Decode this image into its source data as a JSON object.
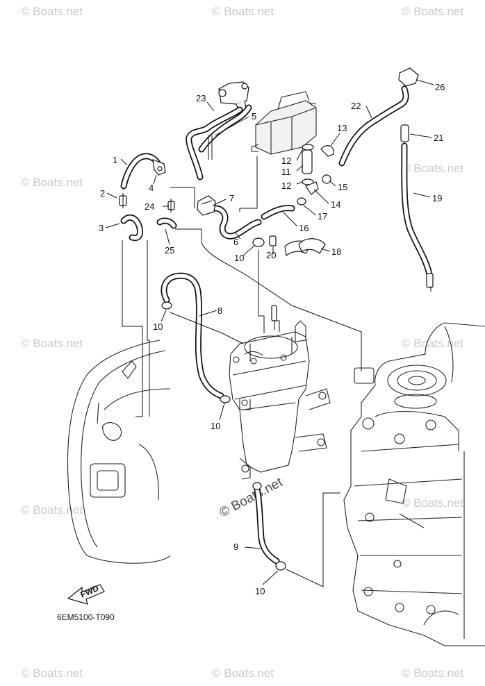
{
  "diagram": {
    "part_code": "6EM5100-T090",
    "fwd_label": "FWD",
    "watermark": "© Boats.net",
    "labels": [
      {
        "id": "1",
        "text": "1"
      },
      {
        "id": "2",
        "text": "2"
      },
      {
        "id": "3",
        "text": "3"
      },
      {
        "id": "4",
        "text": "4"
      },
      {
        "id": "5",
        "text": "5"
      },
      {
        "id": "6",
        "text": "6"
      },
      {
        "id": "7",
        "text": "7"
      },
      {
        "id": "8",
        "text": "8"
      },
      {
        "id": "9",
        "text": "9"
      },
      {
        "id": "10a",
        "text": "10"
      },
      {
        "id": "10b",
        "text": "10"
      },
      {
        "id": "10c",
        "text": "10"
      },
      {
        "id": "10d",
        "text": "10"
      },
      {
        "id": "11",
        "text": "11"
      },
      {
        "id": "12a",
        "text": "12"
      },
      {
        "id": "12b",
        "text": "12"
      },
      {
        "id": "13",
        "text": "13"
      },
      {
        "id": "14",
        "text": "14"
      },
      {
        "id": "15",
        "text": "15"
      },
      {
        "id": "16",
        "text": "16"
      },
      {
        "id": "17",
        "text": "17"
      },
      {
        "id": "18",
        "text": "18"
      },
      {
        "id": "19",
        "text": "19"
      },
      {
        "id": "20",
        "text": "20"
      },
      {
        "id": "21",
        "text": "21"
      },
      {
        "id": "22",
        "text": "22"
      },
      {
        "id": "23",
        "text": "23"
      },
      {
        "id": "24",
        "text": "24"
      },
      {
        "id": "25",
        "text": "25"
      },
      {
        "id": "26",
        "text": "26"
      }
    ]
  }
}
